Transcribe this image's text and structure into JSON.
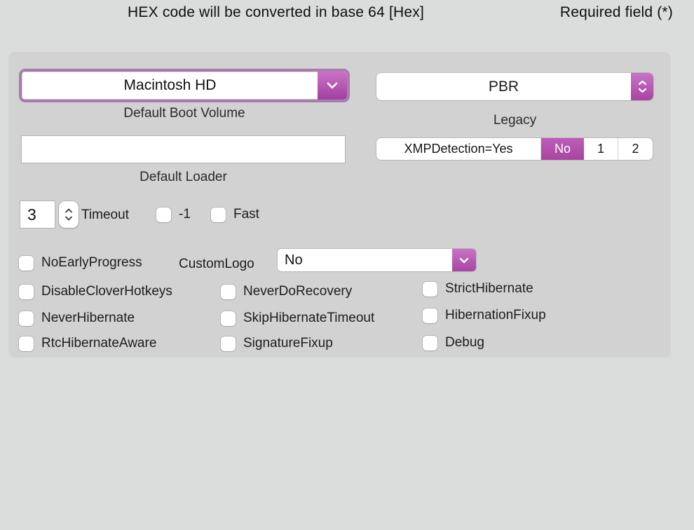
{
  "header": {
    "hex_note": "HEX code will be converted in base 64 [Hex]",
    "required_note": "Required field (*)"
  },
  "boot": {
    "default_boot_volume": {
      "value": "Macintosh HD",
      "label": "Default Boot Volume"
    },
    "legacy": {
      "value": "PBR",
      "label": "Legacy"
    },
    "default_loader": {
      "value": "",
      "label": "Default Loader"
    },
    "xmp_detection": {
      "segments": [
        "XMPDetection=Yes",
        "No",
        "1",
        "2"
      ],
      "selected": "No"
    },
    "timeout": {
      "value": "3",
      "label": "Timeout"
    },
    "neg_one_checkbox": {
      "label": "-1",
      "checked": false
    },
    "fast_checkbox": {
      "label": "Fast",
      "checked": false
    },
    "no_early_progress": {
      "label": "NoEarlyProgress",
      "checked": false
    },
    "custom_logo": {
      "label": "CustomLogo",
      "value": "No"
    },
    "flags": [
      {
        "label": "DisableCloverHotkeys",
        "checked": false
      },
      {
        "label": "NeverDoRecovery",
        "checked": false
      },
      {
        "label": "StrictHibernate",
        "checked": false
      },
      {
        "label": "NeverHibernate",
        "checked": false
      },
      {
        "label": "SkipHibernateTimeout",
        "checked": false
      },
      {
        "label": "HibernationFixup",
        "checked": false
      },
      {
        "label": "RtcHibernateAware",
        "checked": false
      },
      {
        "label": "SignatureFixup",
        "checked": false
      },
      {
        "label": "Debug",
        "checked": false
      }
    ]
  },
  "colors": {
    "accent": "#b04fae",
    "accent_light": "#c873c4",
    "accent_dark": "#a845a3",
    "focus_ring": "#a77dad",
    "panel_bg": "#d2d2d2",
    "window_bg": "#dbdcdc"
  }
}
